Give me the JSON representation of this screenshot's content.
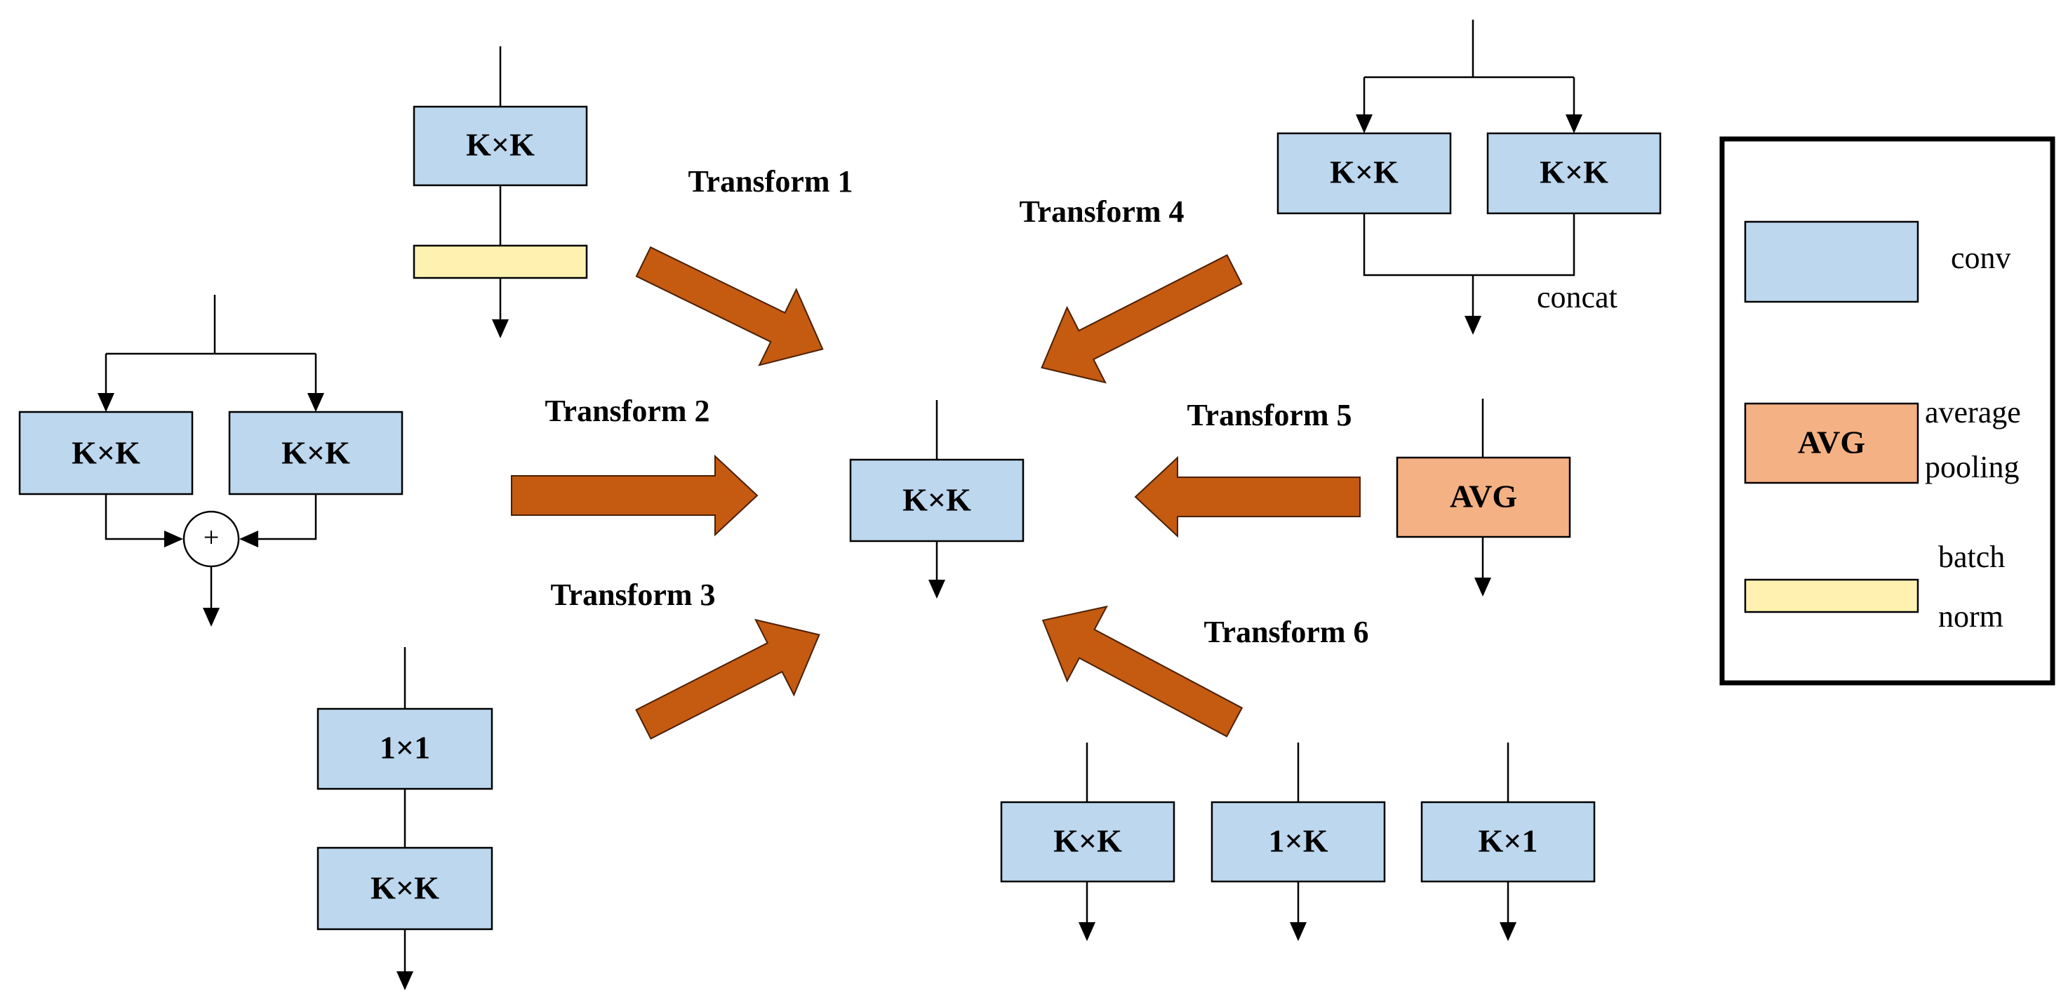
{
  "colors": {
    "conv": "#bdd7ee",
    "avg_pool": "#f4b183",
    "batch_norm": "#fff2b0",
    "arrow": "#c55a11",
    "outline": "#000000"
  },
  "center_block": {
    "label": "K×K"
  },
  "transforms": [
    {
      "label": "Transform 1"
    },
    {
      "label": "Transform 2"
    },
    {
      "label": "Transform 3"
    },
    {
      "label": "Transform 4"
    },
    {
      "label": "Transform 5"
    },
    {
      "label": "Transform 6"
    }
  ],
  "blocks": {
    "t1": {
      "conv": "K×K"
    },
    "t2": {
      "conv_left": "K×K",
      "conv_right": "K×K",
      "add_symbol": "+"
    },
    "t3": {
      "conv_1x1": "1×1",
      "conv_kxk": "K×K"
    },
    "t4": {
      "conv_left": "K×K",
      "conv_right": "K×K",
      "concat_label": "concat"
    },
    "t5": {
      "avg": "AVG"
    },
    "t6": {
      "conv_kxk": "K×K",
      "conv_1xk": "1×K",
      "conv_kx1": "K×1"
    }
  },
  "legend": {
    "conv": "conv",
    "avg_box": "AVG",
    "avg_line1": "average",
    "avg_line2": "pooling",
    "bn_line1": "batch",
    "bn_line2": "norm"
  }
}
